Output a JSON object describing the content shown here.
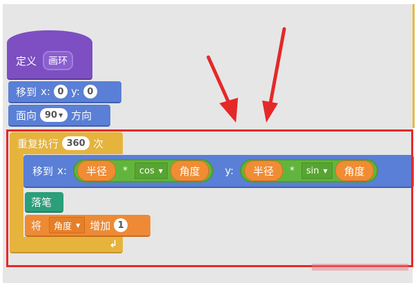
{
  "blocks": {
    "define": {
      "label": "定义",
      "proc_name": "画环"
    },
    "goto_origin": {
      "label": "移到",
      "x_label": "x:",
      "x_value": "0",
      "y_label": "y:",
      "y_value": "0"
    },
    "point_dir": {
      "label": "面向",
      "value": "90",
      "suffix": "方向"
    },
    "repeat": {
      "label": "重复执行",
      "count": "360",
      "suffix": "次"
    },
    "goto_expr": {
      "label": "移到",
      "x_label": "x:",
      "x_expr": {
        "var": "半径",
        "op": "*",
        "func": "cos",
        "arg": "角度"
      },
      "y_label": "y:",
      "y_expr": {
        "var": "半径",
        "op": "*",
        "func": "sin",
        "arg": "角度"
      }
    },
    "pen_down": {
      "label": "落笔"
    },
    "change_var": {
      "label": "将",
      "var": "角度",
      "action": "增加",
      "value": "1"
    },
    "loop_icon": "↲"
  },
  "annotation": {
    "highlight_color": "#e52828",
    "arrows": 2
  },
  "colors": {
    "define": "#7d4fc2",
    "motion": "#5a7fd6",
    "control": "#e6b33c",
    "pen": "#2b9e7a",
    "data": "#ee8a35",
    "operator": "#62b53c"
  }
}
